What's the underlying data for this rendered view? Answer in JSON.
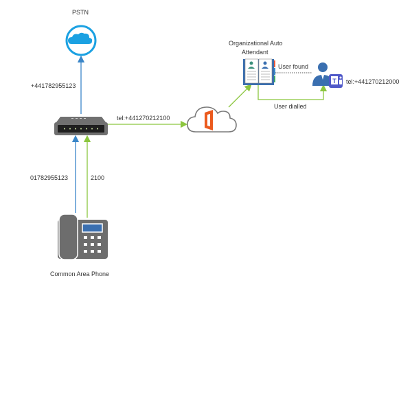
{
  "nodes": {
    "pstn": {
      "label": "PSTN"
    },
    "gateway": {
      "label": ""
    },
    "cloud": {
      "label": ""
    },
    "auto_attendant": {
      "label_line1": "Organizational Auto",
      "label_line2": "Attendant"
    },
    "user": {
      "teams_number": "tel:+441270212000"
    },
    "phone": {
      "label": "Common Area Phone"
    }
  },
  "edges": {
    "gateway_to_pstn": "+441782955123",
    "gateway_to_cloud": "tel:+441270212100",
    "phone_to_gateway_blue": "01782955123",
    "phone_to_gateway_green": "2100",
    "aa_to_user_found": "User found",
    "aa_to_user_dialled": "User dialled"
  },
  "colors": {
    "blue_line": "#3a86c8",
    "green_line": "#8cc63f",
    "pstn_cyan": "#1ba1e2",
    "office_orange": "#eb5a1e",
    "teams_purple": "#5059c9",
    "device_gray": "#6d6d6d"
  }
}
